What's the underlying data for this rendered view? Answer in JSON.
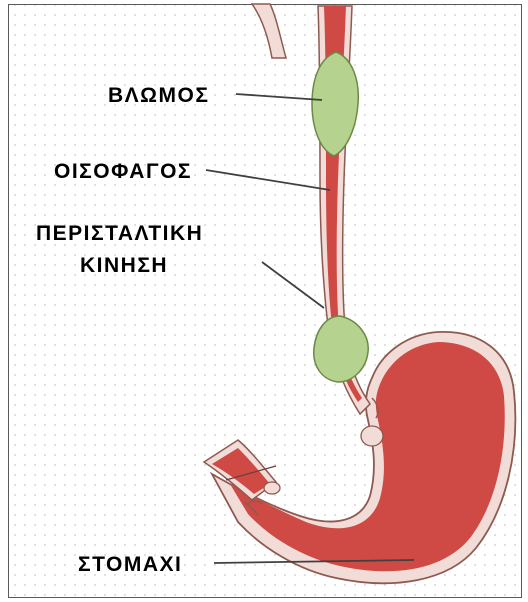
{
  "diagram": {
    "labels": {
      "bolus": "ΒΛΩΜΟΣ",
      "esophagus": "ΟΙΣΟΦΑΓΟΣ",
      "peristalsis_line1": "ΠΕΡΙΣΤΑΛΤΙΚΗ",
      "peristalsis_line2": "ΚΙΝΗΣΗ",
      "stomach": "ΣΤΟΜΑΧΙ"
    },
    "colors": {
      "background": "#ffffff",
      "grid_dot": "#c8c8c8",
      "frame": "#5a5a5a",
      "tissue_outline": "#8c5a50",
      "tissue_wall": "#f2dcd8",
      "muscle_red": "#cf4a44",
      "bolus_green": "#b5d28e",
      "bolus_outline": "#6a8a46",
      "leader_line": "#404040"
    }
  }
}
